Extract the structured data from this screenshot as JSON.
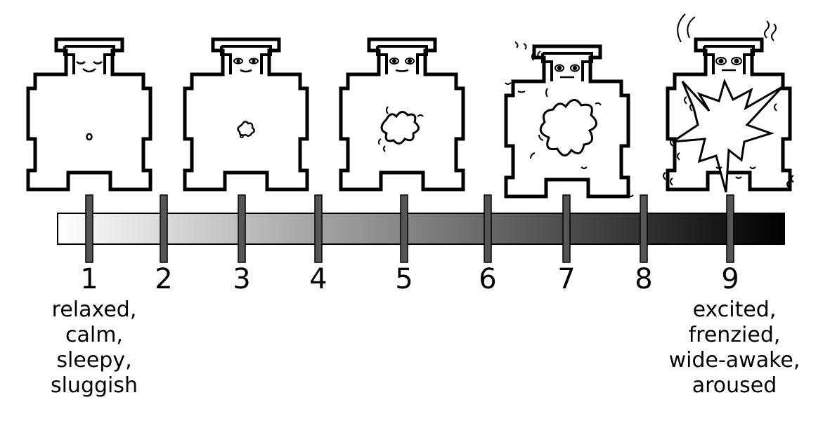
{
  "scale": {
    "points": [
      "1",
      "2",
      "3",
      "4",
      "5",
      "6",
      "7",
      "8",
      "9"
    ],
    "gradient": {
      "start_color": "#ffffff",
      "end_color": "#000000"
    },
    "tick_color": "#555555"
  },
  "anchors": {
    "low": {
      "point": "1",
      "lines": [
        "relaxed,",
        "calm,",
        "sleepy,",
        "sluggish"
      ]
    },
    "high": {
      "point": "9",
      "lines": [
        "excited,",
        "frenzied,",
        "wide-awake,",
        "aroused"
      ]
    }
  },
  "figures": [
    {
      "level": 1,
      "eyes": "closed",
      "inner_shape": "dot"
    },
    {
      "level": 3,
      "eyes": "open",
      "inner_shape": "small-blob"
    },
    {
      "level": 5,
      "eyes": "open",
      "inner_shape": "medium-blob"
    },
    {
      "level": 7,
      "eyes": "open",
      "inner_shape": "large-blob"
    },
    {
      "level": 9,
      "eyes": "open",
      "inner_shape": "explosion"
    }
  ]
}
